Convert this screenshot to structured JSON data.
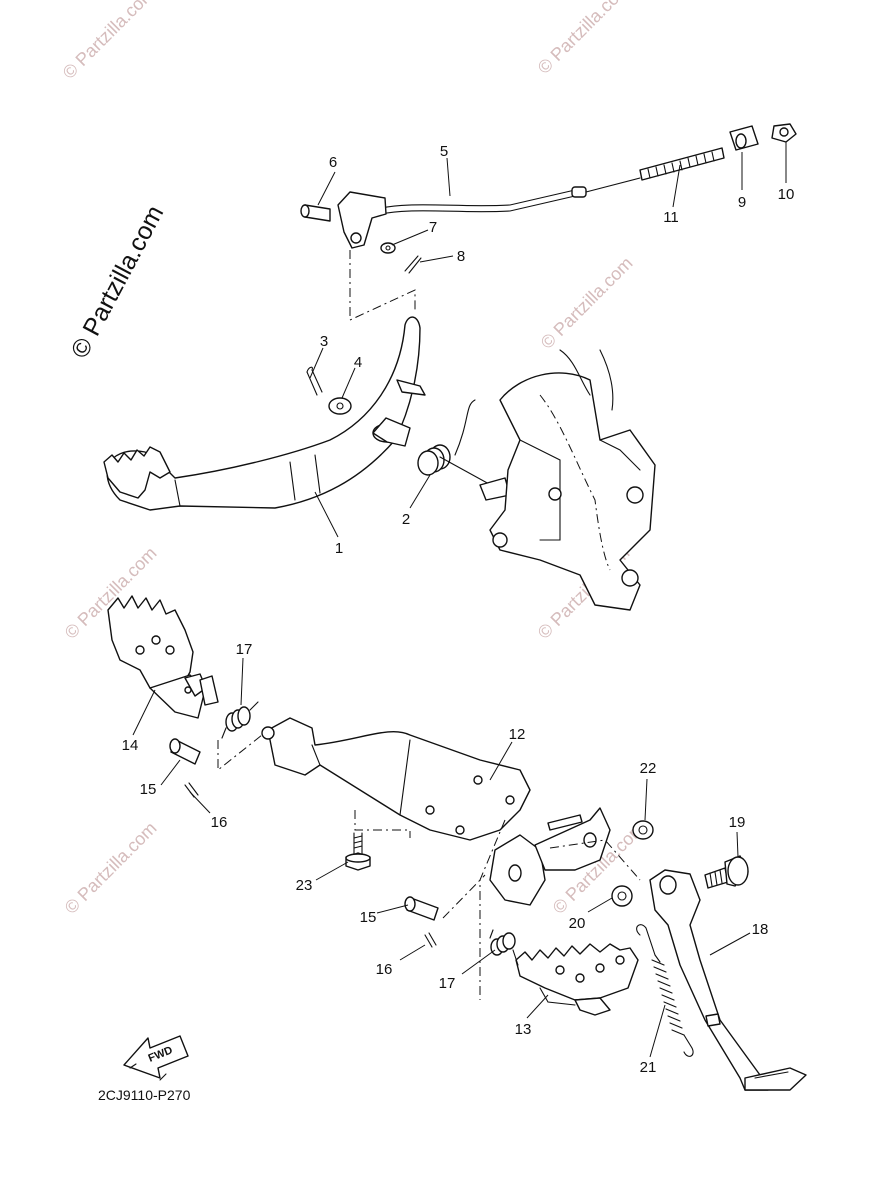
{
  "watermark": "© Partzilla.com",
  "brand_mark": "© Partzilla.com",
  "diagram_code": "2CJ9110-P270",
  "fwd_label": "FWD",
  "callouts": [
    {
      "id": "c1",
      "label": "1"
    },
    {
      "id": "c2",
      "label": "2"
    },
    {
      "id": "c3",
      "label": "3"
    },
    {
      "id": "c4",
      "label": "4"
    },
    {
      "id": "c5",
      "label": "5"
    },
    {
      "id": "c6",
      "label": "6"
    },
    {
      "id": "c7",
      "label": "7"
    },
    {
      "id": "c8",
      "label": "8"
    },
    {
      "id": "c9",
      "label": "9"
    },
    {
      "id": "c10",
      "label": "10"
    },
    {
      "id": "c11",
      "label": "11"
    },
    {
      "id": "c12",
      "label": "12"
    },
    {
      "id": "c13",
      "label": "13"
    },
    {
      "id": "c14",
      "label": "14"
    },
    {
      "id": "c15a",
      "label": "15"
    },
    {
      "id": "c15b",
      "label": "15"
    },
    {
      "id": "c16a",
      "label": "16"
    },
    {
      "id": "c16b",
      "label": "16"
    },
    {
      "id": "c17a",
      "label": "17"
    },
    {
      "id": "c17b",
      "label": "17"
    },
    {
      "id": "c18",
      "label": "18"
    },
    {
      "id": "c19",
      "label": "19"
    },
    {
      "id": "c20",
      "label": "20"
    },
    {
      "id": "c21",
      "label": "21"
    },
    {
      "id": "c22",
      "label": "22"
    },
    {
      "id": "c23",
      "label": "23"
    }
  ]
}
